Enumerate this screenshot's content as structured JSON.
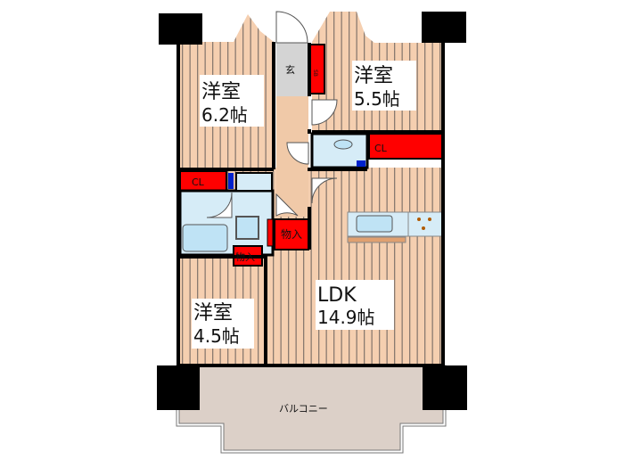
{
  "rooms": {
    "bedroom1": {
      "name": "洋室",
      "size": "6.2帖"
    },
    "bedroom2": {
      "name": "洋室",
      "size": "5.5帖"
    },
    "bedroom3": {
      "name": "洋室",
      "size": "4.5帖"
    },
    "ldk": {
      "name": "LDK",
      "size": "14.9帖"
    },
    "entrance": "玄",
    "shoe_box": "SB",
    "closet1": "CL",
    "closet2": "CL",
    "storage1": "物入",
    "storage2": "物入",
    "balcony": "バルコニー"
  },
  "colors": {
    "floor": "#f5cfb0",
    "stripe": "#8a7a70",
    "storage": "#ff0000",
    "wet_area": "#d6ecf7",
    "entrance": "#d4d4d4",
    "balcony": "#dcd0c8",
    "wall": "#000000"
  }
}
